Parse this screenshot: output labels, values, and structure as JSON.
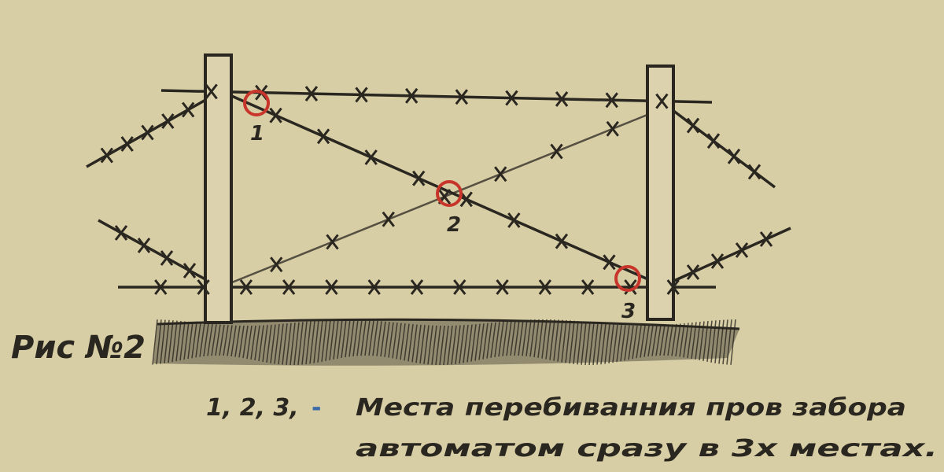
{
  "figure_label": "Рис №2",
  "points": [
    {
      "label": "1"
    },
    {
      "label": "2"
    },
    {
      "label": "3"
    }
  ],
  "caption": {
    "numbers": "1, 2, 3,",
    "dash": "-",
    "line1": "Места перебиванния пров забора",
    "line2": "автоматом сразу в 3х местах."
  },
  "colors": {
    "paper": "#d8cea5",
    "ink": "#2a2620",
    "marker": "#c8352a",
    "dash": "#3a6aa8"
  }
}
